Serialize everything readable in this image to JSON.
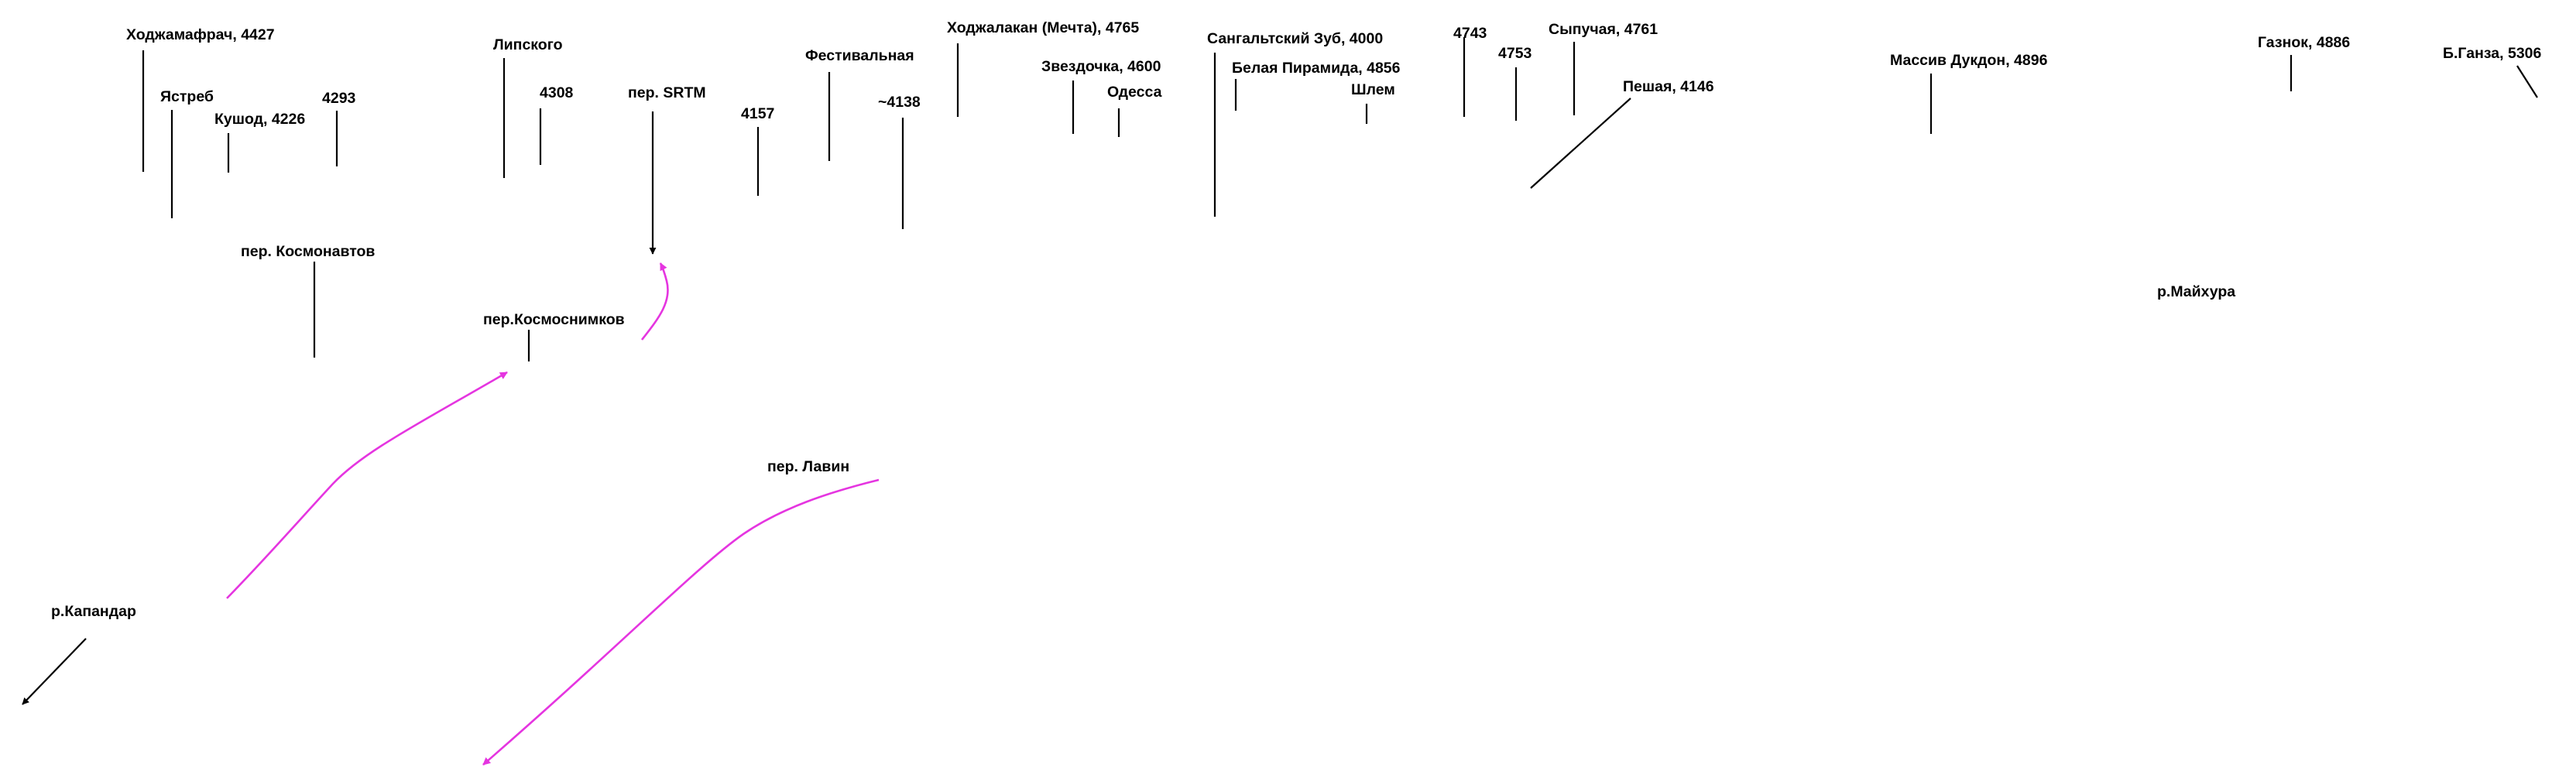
{
  "colors": {
    "label": "#000000",
    "leader": "#000000",
    "route": "#e535e0"
  },
  "labels": {
    "khodzhamafrach": "Ходжамафрач, 4427",
    "yastreb": "Ястреб",
    "kushod": "Кушод, 4226",
    "peak_4293": "4293",
    "lipskogo": "Липского",
    "peak_4308": "4308",
    "pass_srtm": "пер. SRTM",
    "peak_4157": "4157",
    "festivalnaya": "Фестивальная",
    "peak_4138": "~4138",
    "khodzhalakan": "Ходжалакан (Мечта), 4765",
    "zvezdochka": "Звездочка, 4600",
    "odessa": "Одесса",
    "sangalt": "Сангальтский Зуб, 4000",
    "belaya_piramida": "Белая Пирамида, 4856",
    "shlem": "Шлем",
    "peak_4743": "4743",
    "peak_4753": "4753",
    "sypuchaya": "Сыпучая, 4761",
    "peshaya": "Пешая, 4146",
    "dukdon": "Массив Дукдон, 4896",
    "gaznok": "Газнок, 4886",
    "b_ganza": "Б.Ганза, 5306",
    "pass_kosmonavtov": "пер. Космонавтов",
    "pass_kosmosnimkov": "пер.Космоснимков",
    "river_maykhura": "р.Майхура",
    "pass_lavin": "пер. Лавин",
    "river_kapandar": "р.Капандар"
  }
}
